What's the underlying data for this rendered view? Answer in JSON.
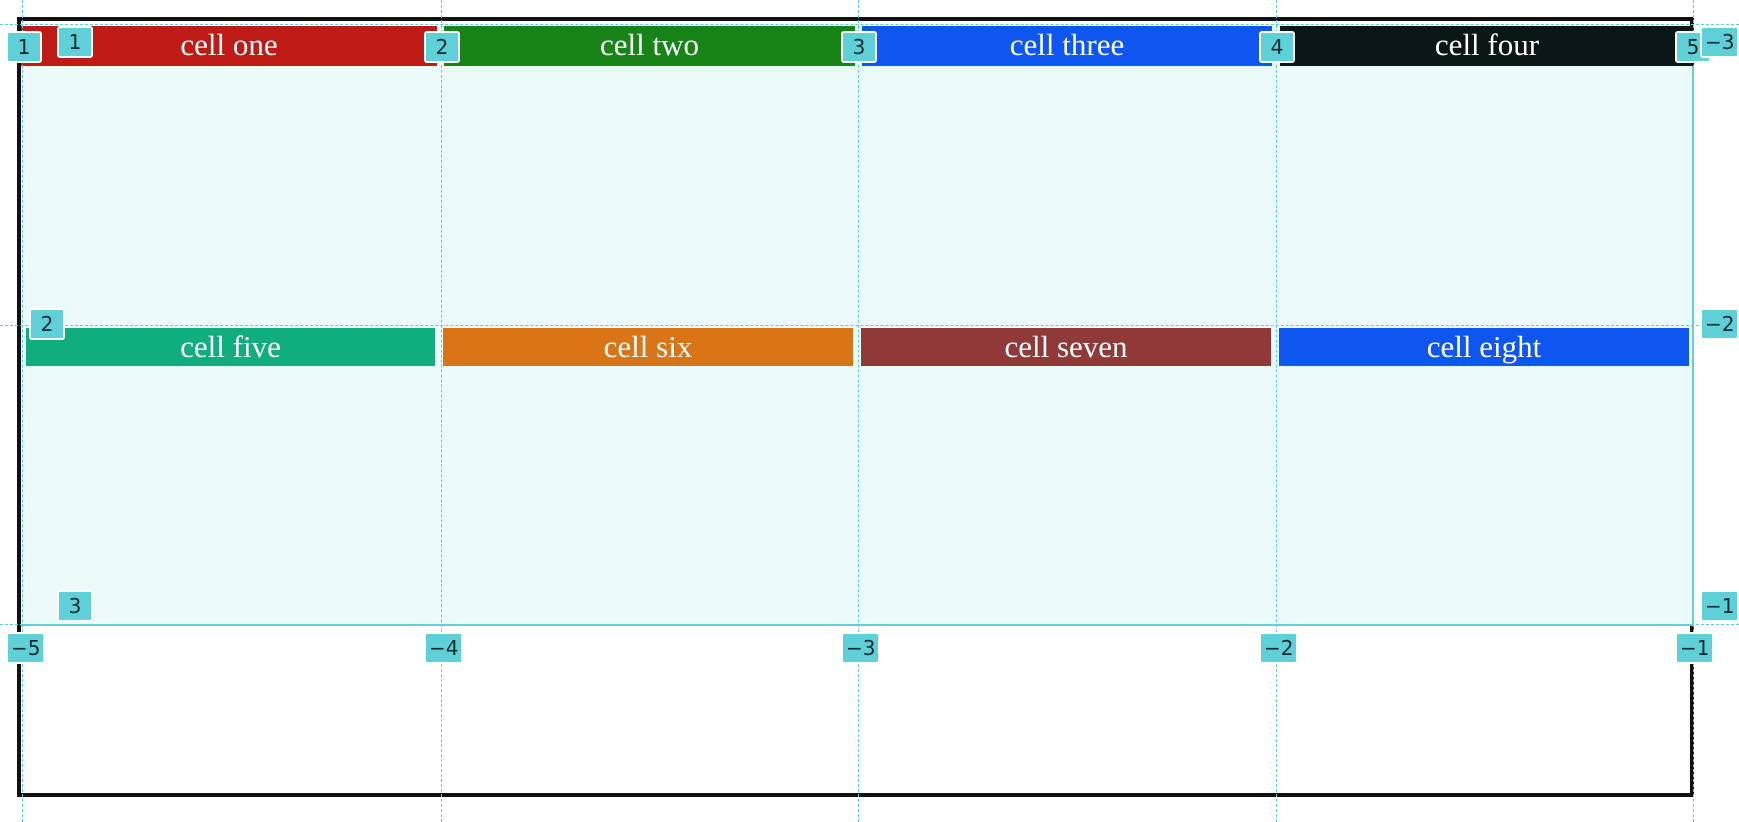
{
  "grid": {
    "cells": [
      {
        "label": "cell one",
        "color": "#be1a16"
      },
      {
        "label": "cell two",
        "color": "#188418"
      },
      {
        "label": "cell three",
        "color": "#0f56f0"
      },
      {
        "label": "cell four",
        "color": "#0b1617"
      },
      {
        "label": "cell five",
        "color": "#10ae7e"
      },
      {
        "label": "cell six",
        "color": "#d97517"
      },
      {
        "label": "cell seven",
        "color": "#913838"
      },
      {
        "label": "cell eight",
        "color": "#0f56f0"
      }
    ]
  },
  "overlay": {
    "accent_color": "#5fcfd8",
    "column_lines": {
      "positive": [
        "1",
        "2",
        "3",
        "4",
        "5"
      ],
      "negative": [
        "−5",
        "−4",
        "−3",
        "−2",
        "−1"
      ]
    },
    "row_lines": {
      "positive": [
        "1",
        "2",
        "3"
      ],
      "negative": [
        "−3",
        "−2",
        "−1"
      ]
    }
  }
}
